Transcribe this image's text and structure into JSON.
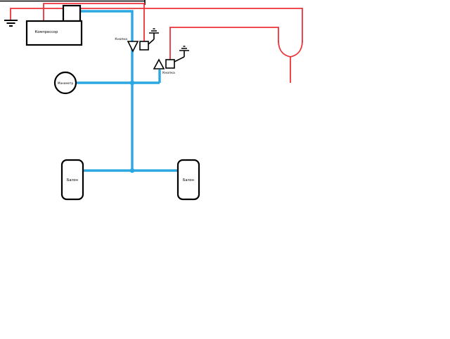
{
  "diagram": {
    "type": "schematic",
    "description": "Hand-drawn pneumatic air-horn wiring scheme (paint-style drawing)",
    "labels": {
      "compressor": "Компрессор",
      "gauge": "Манометр",
      "valve1": "Кнопка",
      "valve2": "Кнопка",
      "tank_left": "Балон",
      "tank_right": "Балон"
    },
    "colors": {
      "air_line": "#2ba8e2",
      "electric_line": "#ed3237",
      "outline": "#000000",
      "background": "#ffffff"
    },
    "icons": {
      "ground": "earth-ground-symbol",
      "horn": "air-horn-symbol",
      "valve": "triangle-valve-symbol",
      "solenoid": "square-solenoid-symbol",
      "junction": "junction-dot"
    }
  }
}
